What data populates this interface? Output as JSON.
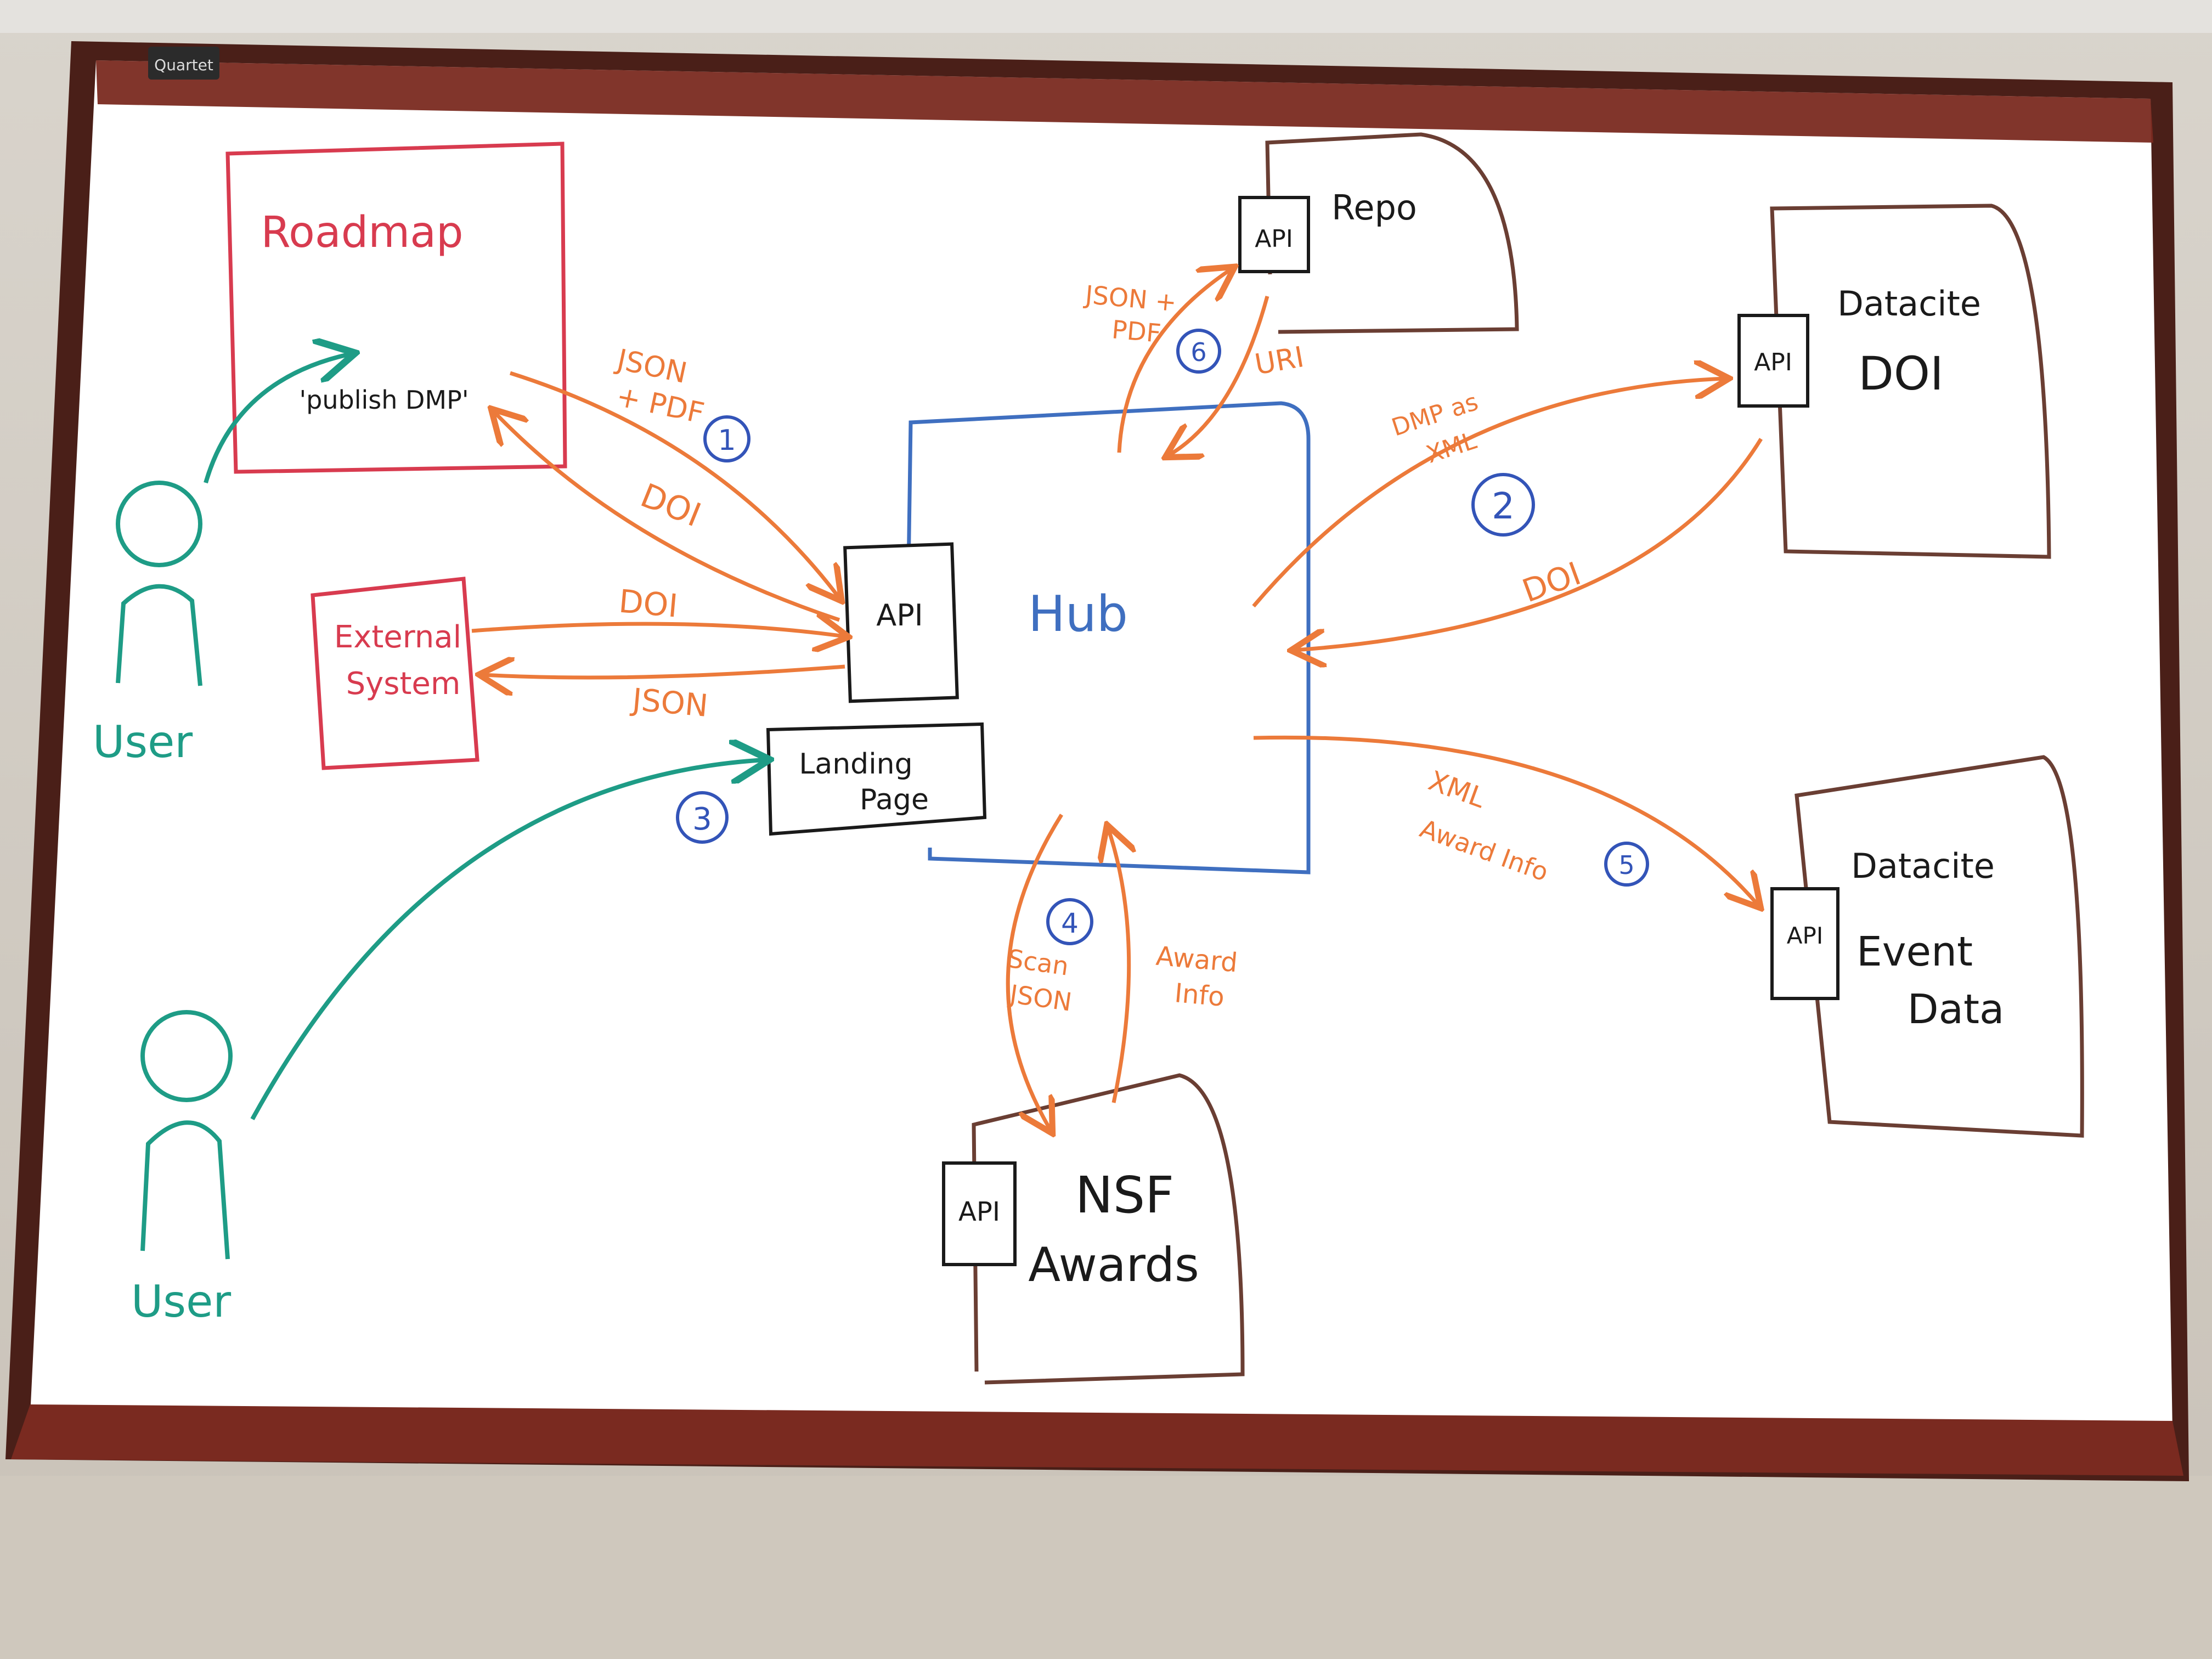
{
  "brand": "Quartet",
  "colors": {
    "red": "#d83b4f",
    "orange": "#ec7a3a",
    "blue": "#3f6fc0",
    "teal": "#1e9c86",
    "brown": "#6a3e33",
    "black": "#1a1a1a",
    "number": "#3354b8"
  },
  "nodes": {
    "roadmap": {
      "title": "Roadmap",
      "action": "'publish DMP'"
    },
    "external": {
      "line1": "External",
      "line2": "System"
    },
    "hub": {
      "title": "Hub",
      "api": "API"
    },
    "landing": {
      "line1": "Landing",
      "line2": "Page"
    },
    "repo": {
      "title": "Repo",
      "api": "API"
    },
    "datacite_doi": {
      "line1": "Datacite",
      "line2": "DOI",
      "api": "API"
    },
    "datacite_event": {
      "line1": "Datacite",
      "line2": "Event",
      "line3": "Data",
      "api": "API"
    },
    "nsf": {
      "line1": "NSF",
      "line2": "Awards",
      "api": "API"
    }
  },
  "users": [
    "User",
    "User"
  ],
  "edge_labels": {
    "json_pdf_1": "JSON",
    "json_pdf_2": "+ PDF",
    "doi_roadmap": "DOI",
    "doi_external": "DOI",
    "json_external": "JSON",
    "json_pdf_repo_1": "JSON +",
    "json_pdf_repo_2": "PDF",
    "uri": "URI",
    "dmp_xml_1": "DMP as",
    "dmp_xml_2": "XML",
    "doi_datacite": "DOI",
    "xml_1": "XML",
    "xml_2": "Award Info",
    "scan_1": "Scan",
    "scan_2": "JSON",
    "award_1": "Award",
    "award_2": "Info"
  },
  "step_numbers": [
    "1",
    "2",
    "3",
    "4",
    "5",
    "6"
  ]
}
